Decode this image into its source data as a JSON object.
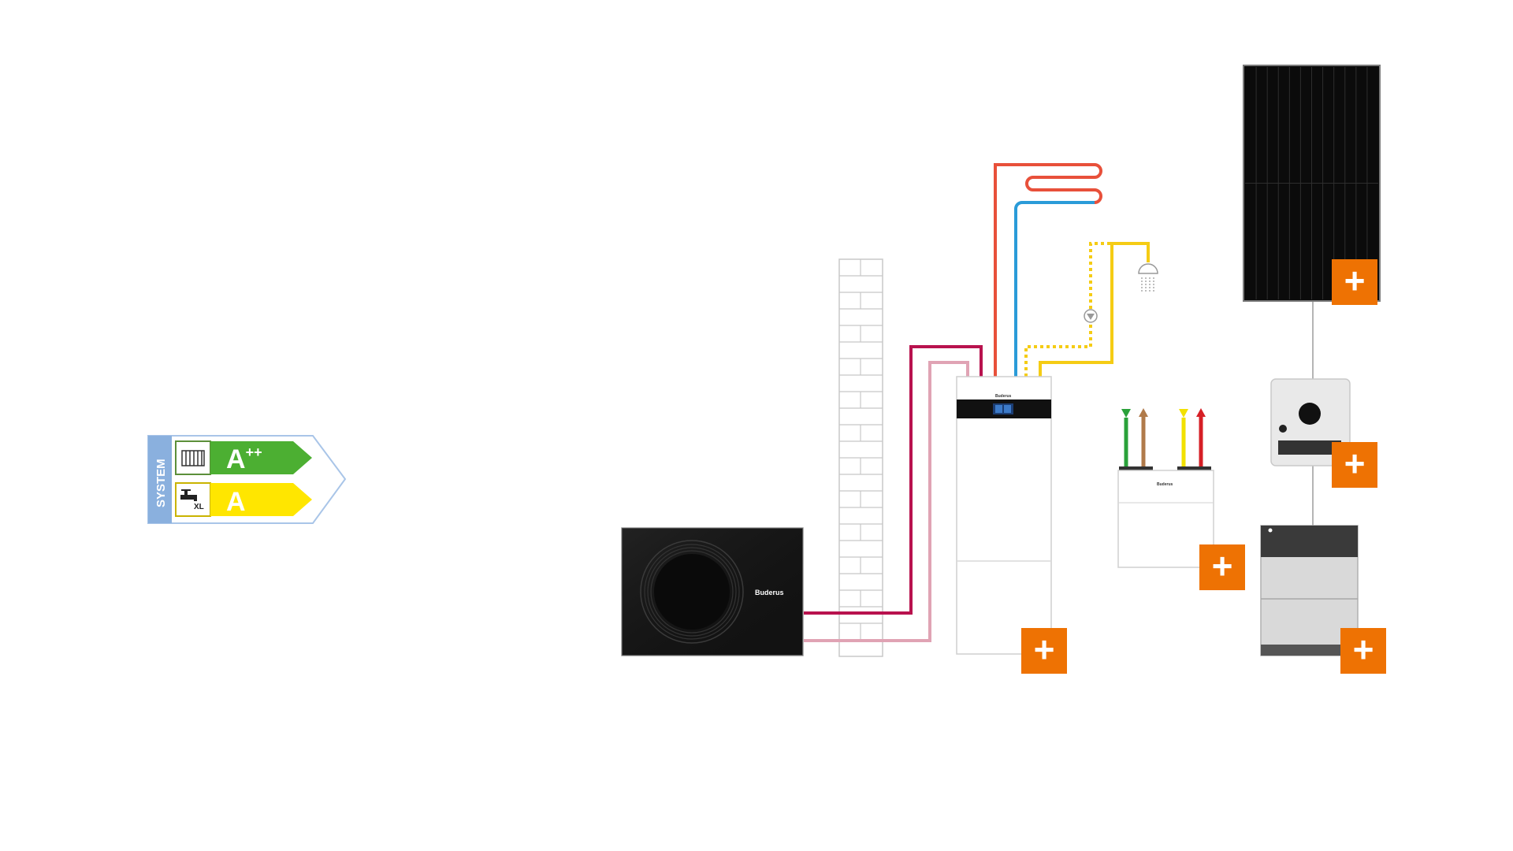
{
  "energy_label": {
    "system_text": "SYSTEM",
    "heating": {
      "class_letter": "A",
      "class_sup": "++",
      "color": "#4caf32",
      "icon": "radiator-icon"
    },
    "water": {
      "class_letter": "A",
      "profile": "XL",
      "color": "#ffe600",
      "icon": "tap-icon"
    },
    "system_band_color": "#8ab0de",
    "outline_color": "#a9c5e8"
  },
  "brand": {
    "outdoor_unit_logo": "Buderus",
    "indoor_unit_logo": "Buderus",
    "module_logo": "Buderus"
  },
  "pipes": {
    "flow_color": "#b8124e",
    "return_color": "#e0a3b4",
    "heating_flow_color": "#e8503a",
    "heating_return_color": "#2a9bd8",
    "dhw_color": "#f5cc14"
  },
  "ventilation_arrows": [
    "green-down-arrow-icon",
    "brown-up-arrow-icon",
    "yellow-down-arrow-icon",
    "red-up-arrow-icon"
  ],
  "accent": {
    "plus_button_color": "#ee7203",
    "plus_symbol": "+"
  },
  "components": [
    {
      "id": "outdoor-unit",
      "icon": "heat-pump-outdoor-unit"
    },
    {
      "id": "indoor-unit",
      "icon": "heat-pump-indoor-unit",
      "has_plus": true
    },
    {
      "id": "ventilation-unit",
      "icon": "ventilation-unit",
      "has_plus": true
    },
    {
      "id": "pv-module",
      "icon": "solar-panel",
      "has_plus": true
    },
    {
      "id": "inverter",
      "icon": "inverter",
      "has_plus": true
    },
    {
      "id": "battery",
      "icon": "battery-storage",
      "has_plus": true
    }
  ]
}
